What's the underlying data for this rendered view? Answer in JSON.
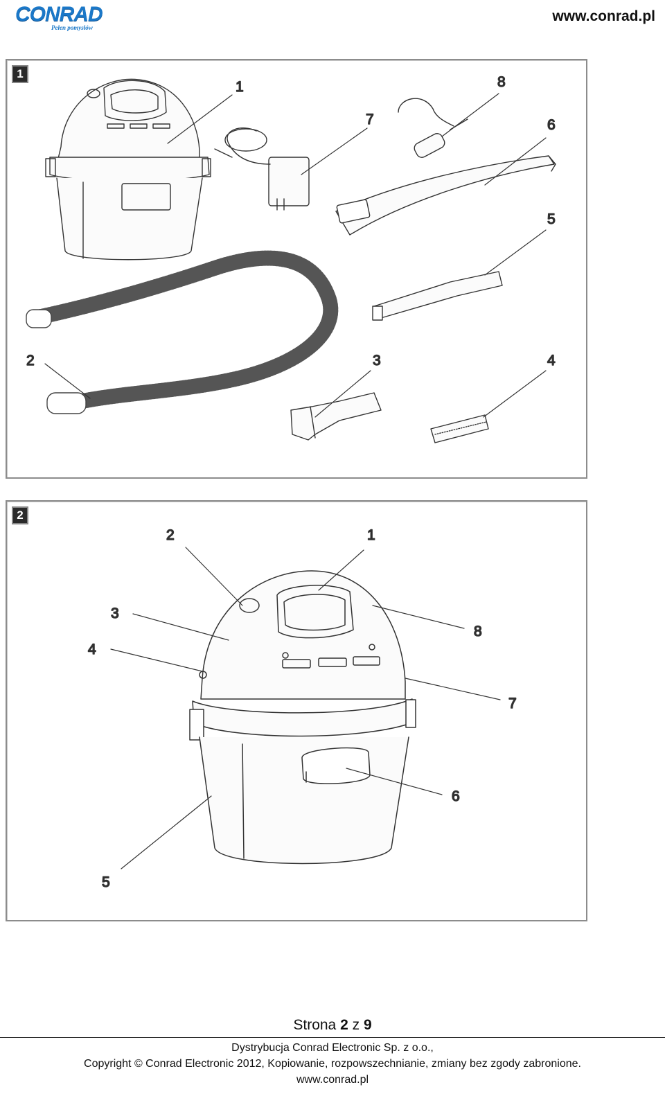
{
  "header": {
    "logo_text": "CONRAD",
    "logo_tagline": "Pełen pomysłów",
    "site_url": "www.conrad.pl"
  },
  "figure1": {
    "panel_number": "1",
    "callouts": [
      "1",
      "2",
      "3",
      "4",
      "5",
      "6",
      "7",
      "8"
    ]
  },
  "figure2": {
    "panel_number": "2",
    "callouts": [
      "1",
      "2",
      "3",
      "4",
      "5",
      "6",
      "7",
      "8"
    ]
  },
  "footer": {
    "page_prefix": "Strona ",
    "page_current": "2",
    "page_sep": " z ",
    "page_total": "9",
    "distributor": "Dystrybucja Conrad Electronic Sp. z o.o.,",
    "copyright": "Copyright © Conrad Electronic 2012, Kopiowanie, rozpowszechnianie, zmiany bez zgody zabronione.",
    "url": "www.conrad.pl"
  }
}
